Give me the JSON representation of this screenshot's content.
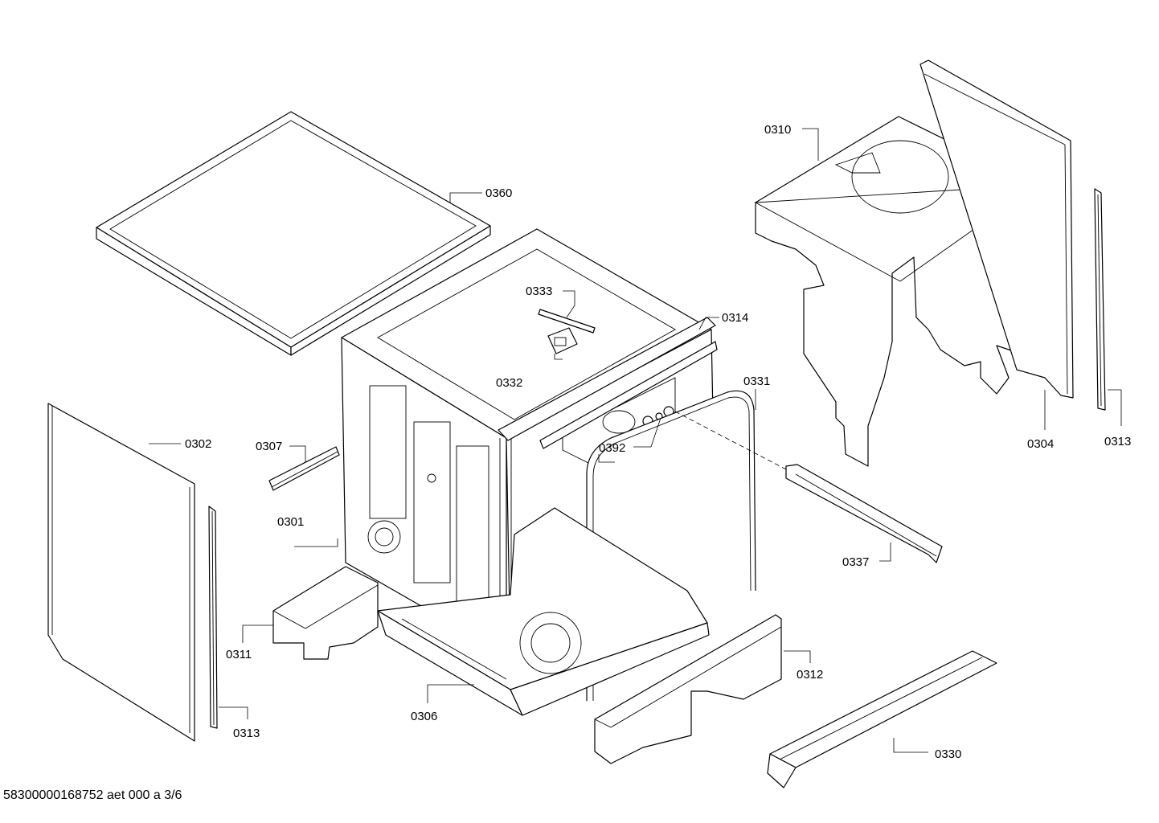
{
  "part_labels": {
    "p0360": "0360",
    "p0333": "0333",
    "p0314": "0314",
    "p0332": "0332",
    "p0331": "0331",
    "p0392": "0392",
    "p0307": "0307",
    "p0302": "0302",
    "p0301": "0301",
    "p0311": "0311",
    "p0313a": "0313",
    "p0306": "0306",
    "p0312": "0312",
    "p0330": "0330",
    "p0337": "0337",
    "p0310": "0310",
    "p0304": "0304",
    "p0313b": "0313"
  },
  "footer": {
    "document_id": "58300000168752 aet 000 a 3/6"
  }
}
